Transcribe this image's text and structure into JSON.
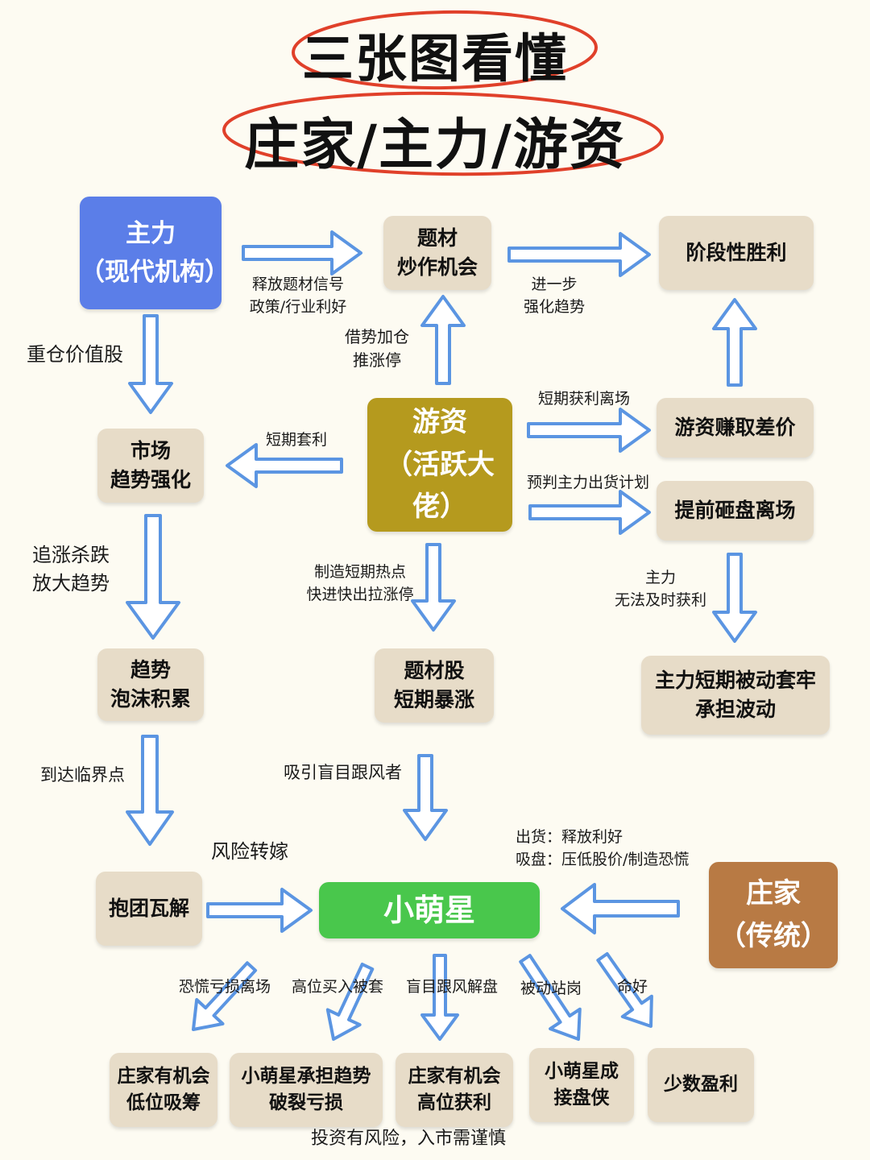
{
  "title": {
    "line1": "三张图看懂",
    "line2": "庄家/主力/游资"
  },
  "colors": {
    "accent_ring": "#e0402a",
    "arrow_fill": "#ffffff",
    "arrow_stroke": "#5b95e2",
    "box_default": "#e7dcc8",
    "main_force": "#5b7ee8",
    "hot_money": "#b59a1e",
    "retail": "#49c74c",
    "dealer": "#b87a44"
  },
  "nodes": {
    "main_force": {
      "line1": "主力",
      "line2": "（现代机构）"
    },
    "theme_opportunity": {
      "line1": "题材",
      "line2": "炒作机会"
    },
    "stage_profit": {
      "line1": "阶段性胜利"
    },
    "market_trend": {
      "line1": "市场",
      "line2": "趋势强化"
    },
    "hot_money": {
      "line1": "游资",
      "line2": "（活跃大佬）"
    },
    "hot_money_spread": {
      "line1": "游资赚取差价"
    },
    "early_dump": {
      "line1": "提前砸盘离场"
    },
    "trend_bubble": {
      "line1": "趋势",
      "line2": "泡沫积累"
    },
    "theme_surge": {
      "line1": "题材股",
      "line2": "短期暴涨"
    },
    "main_trapped": {
      "line1": "主力短期被动套牢",
      "line2": "承担波动"
    },
    "collapse": {
      "line1": "抱团瓦解"
    },
    "retail": {
      "line1": "小萌星"
    },
    "dealer": {
      "line1": "庄家",
      "line2": "（传统）"
    },
    "dealer_low": {
      "line1": "庄家有机会",
      "line2": "低位吸筹"
    },
    "retail_loss": {
      "line1": "小萌星承担趋势",
      "line2": "破裂亏损"
    },
    "dealer_high": {
      "line1": "庄家有机会",
      "line2": "高位获利"
    },
    "retail_bagholder": {
      "line1": "小萌星成",
      "line2": "接盘侠"
    },
    "few_profit": {
      "line1": "少数盈利"
    }
  },
  "labels": {
    "release_signal": {
      "line1": "释放题材信号",
      "line2": "政策/行业利好"
    },
    "further_trend": {
      "line1": "进一步",
      "line2": "强化趋势"
    },
    "heavy_value": "重仓价值股",
    "borrow_momentum": {
      "line1": "借势加仓",
      "line2": "推涨停"
    },
    "short_exit": "短期获利离场",
    "short_arbitrage": "短期套利",
    "predict_plan": "预判主力出货计划",
    "chase_amplify": {
      "line1": "追涨杀跌",
      "line2": "放大趋势"
    },
    "create_hotspot": {
      "line1": "制造短期热点",
      "line2": "快进快出拉涨停"
    },
    "main_no_profit": {
      "line1": "主力",
      "line2": "无法及时获利"
    },
    "reach_critical": "到达临界点",
    "attract_followers": "吸引盲目跟风者",
    "risk_transfer": "风险转嫁",
    "dealer_actions": {
      "line1": "出货：释放利好",
      "line2": "吸盘：压低股价/制造恐慌"
    },
    "panic_exit": "恐慌亏损离场",
    "buy_high": "高位买入被套",
    "blind_sell": "盲目跟风解盘",
    "passive_hold": "被动站岗",
    "lucky": "命好"
  },
  "footer": "投资有风险，入市需谨慎"
}
